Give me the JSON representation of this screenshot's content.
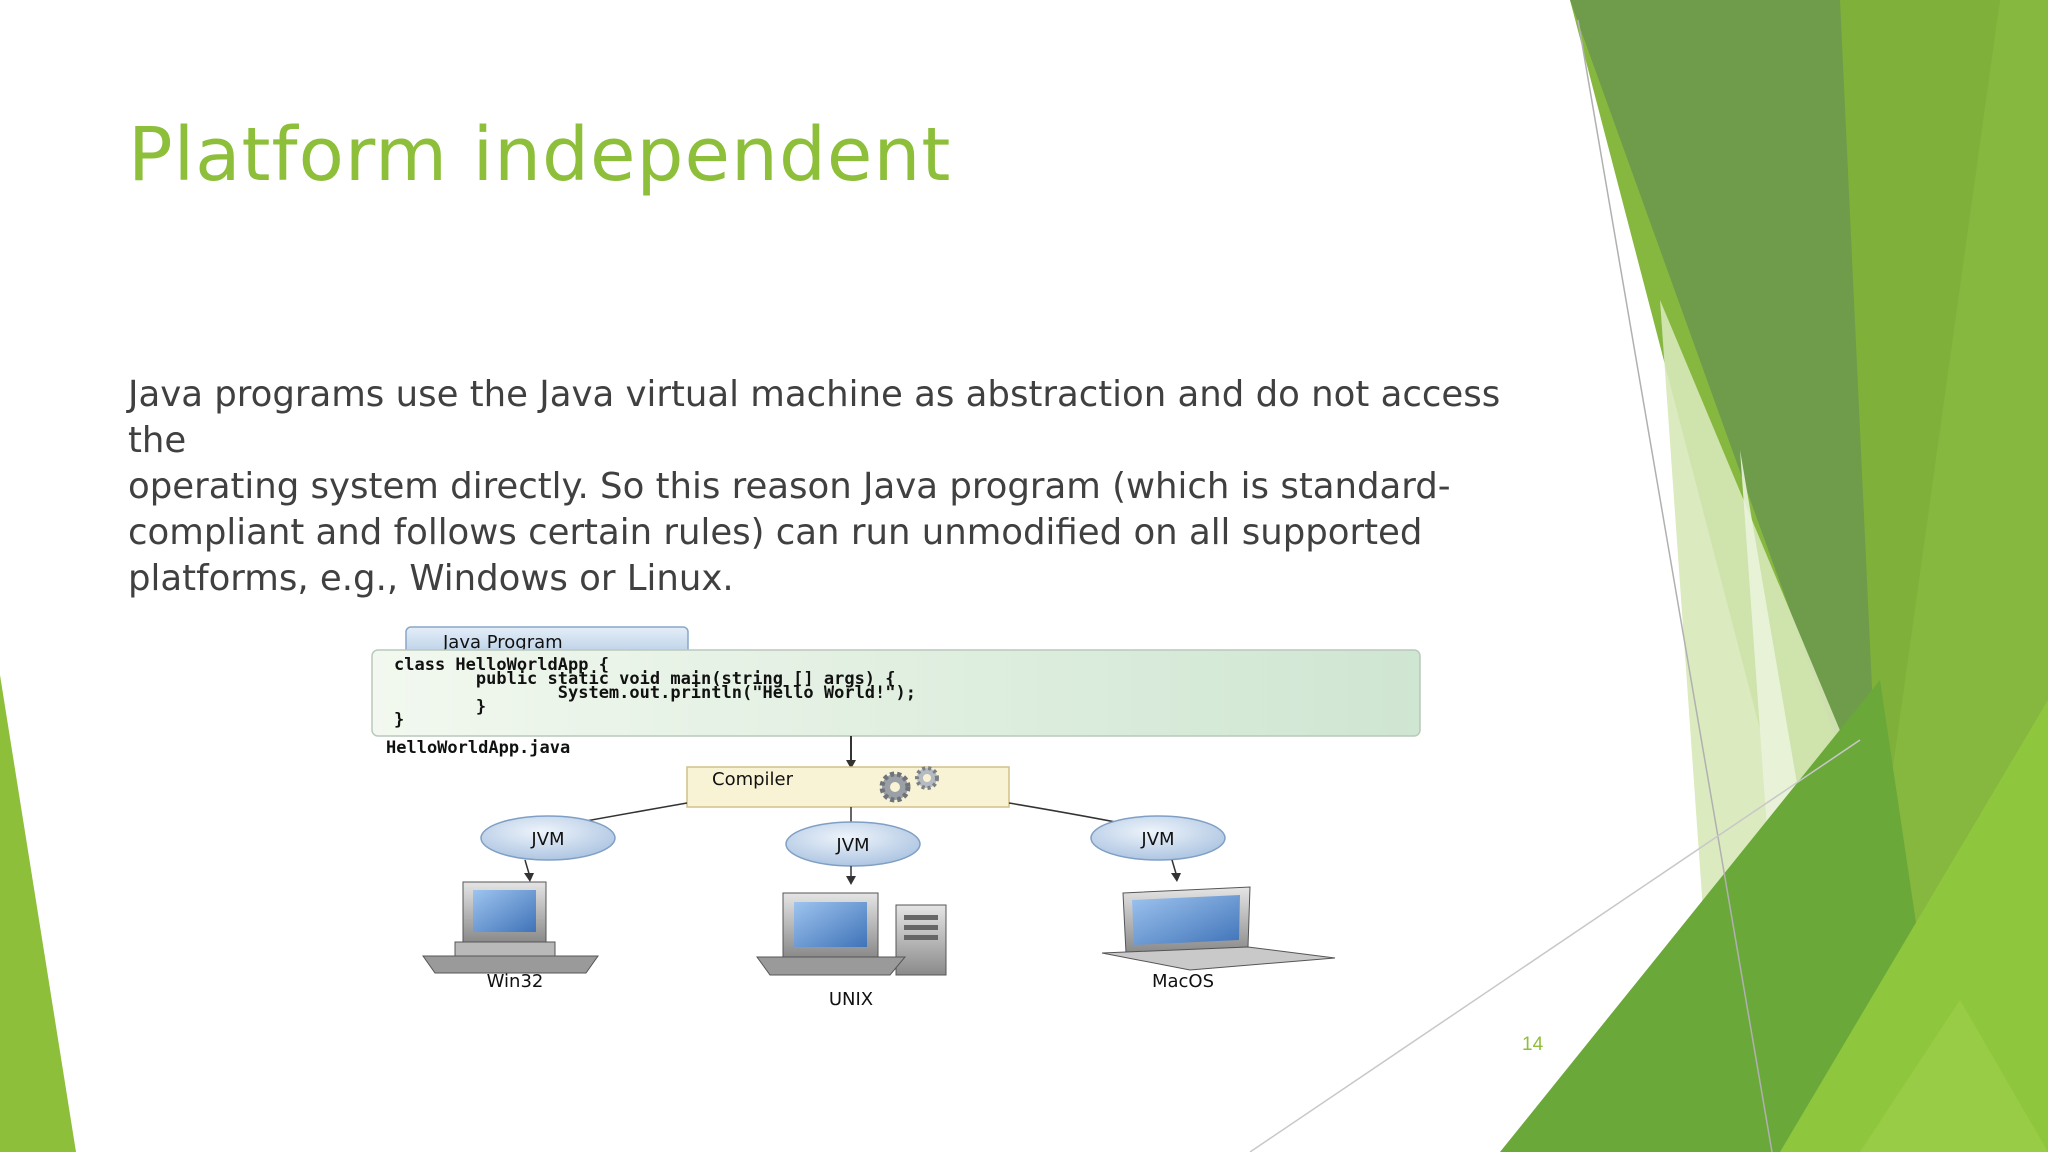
{
  "slide": {
    "title": "Platform independent",
    "body_lines": [
      "Java programs use the Java virtual machine as abstraction and do not access the",
      "operating system directly. So this reason Java program (which is standard-",
      "compliant and follows certain rules) can run unmodified on all supported",
      "platforms, e.g., Windows or Linux."
    ],
    "page_number": "14"
  },
  "diagram": {
    "program_tab": "Java Program",
    "code_lines": [
      "class HelloWorldApp {",
      "        public static void main(string [] args) {",
      "                System.out.println(\"Hello World!\");",
      "        }",
      "}"
    ],
    "file_name": "HelloWorldApp.java",
    "compiler_label": "Compiler",
    "jvm_label": "JVM",
    "platforms": [
      "Win32",
      "UNIX",
      "MacOS"
    ]
  },
  "colors": {
    "accent_green": "#8dbf3b",
    "dark_green": "#5b9a2f",
    "light_green": "#c8e09a",
    "text_gray": "#404040"
  }
}
